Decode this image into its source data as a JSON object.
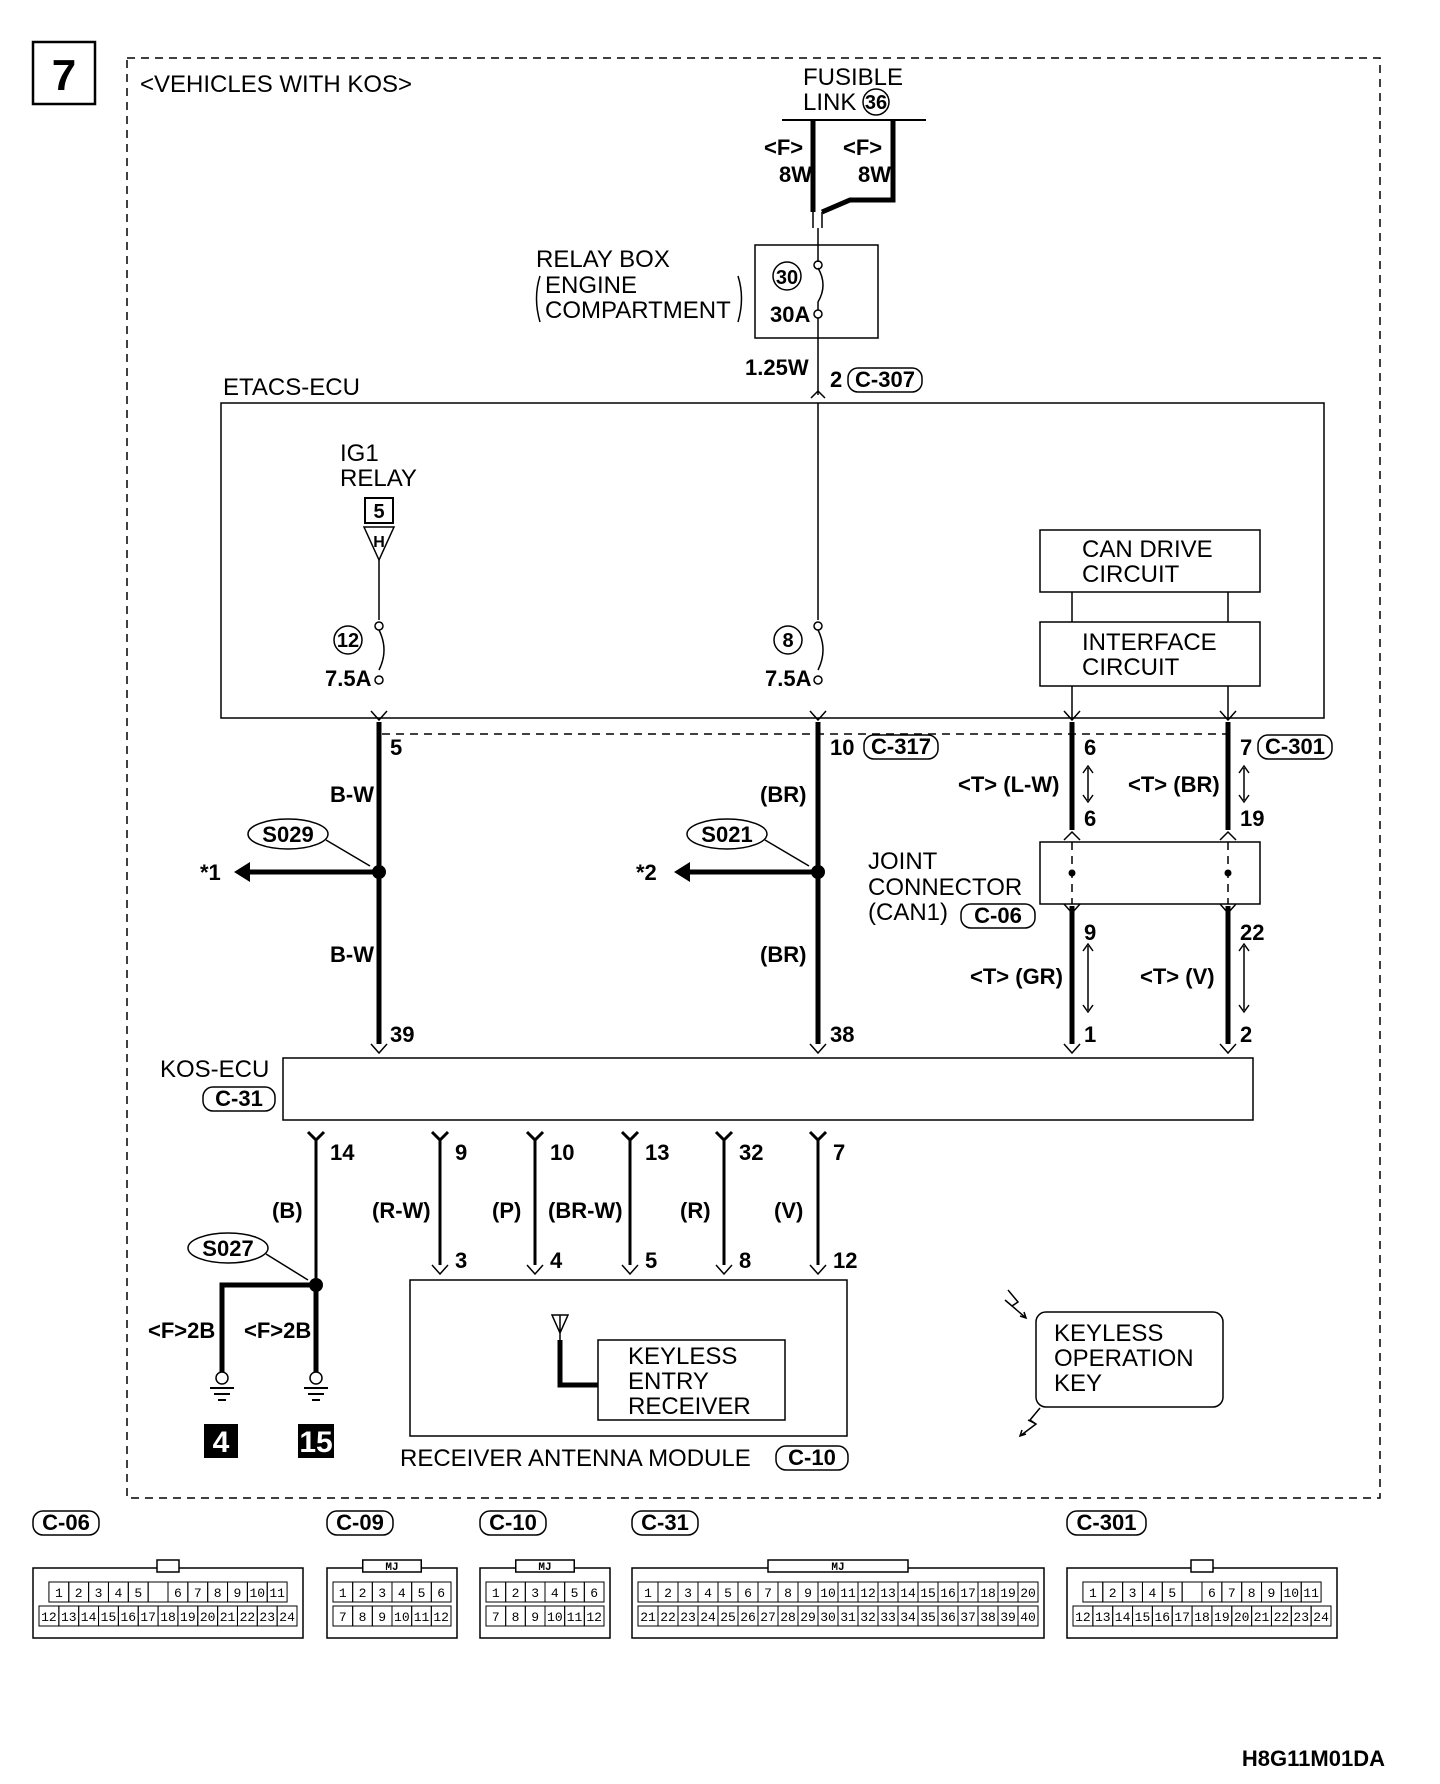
{
  "page_number": "7",
  "variant_label": "<VEHICLES WITH KOS>",
  "fusible_link": {
    "line1": "FUSIBLE",
    "line2": "LINK",
    "number": "36"
  },
  "fuse_wires": {
    "left_tag": "<F>",
    "left_wire": "8W",
    "right_tag": "<F>",
    "right_wire": "8W"
  },
  "relay_box": {
    "line1": "RELAY BOX",
    "line2": "ENGINE",
    "line3": "COMPARTMENT",
    "fuse_no": "30",
    "fuse_rating": "30A"
  },
  "wire_125w": "1.25W",
  "etacs": {
    "title": "ETACS-ECU",
    "pin_in": "2",
    "conn_in": "C-307",
    "ig1_line1": "IG1",
    "ig1_line2": "RELAY",
    "ig1_ref": "5",
    "ig1_letter": "H",
    "fuse_left_no": "12",
    "fuse_left_rating": "7.5A",
    "fuse_mid_no": "8",
    "fuse_mid_rating": "7.5A",
    "can_drive_line1": "CAN DRIVE",
    "can_drive_line2": "CIRCUIT",
    "interface_line1": "INTERFACE",
    "interface_line2": "CIRCUIT",
    "pin_5": "5",
    "pin_10": "10",
    "conn_10": "C-317",
    "pin_6": "6",
    "pin_7": "7",
    "conn_7": "C-301"
  },
  "wires": {
    "bw_top": "B-W",
    "bw_bottom": "B-W",
    "br_top": "(BR)",
    "br_bottom": "(BR)",
    "tlw": "<T> (L-W)",
    "tbr": "<T> (BR)",
    "tgr": "<T> (GR)",
    "tv": "<T> (V)"
  },
  "splices": {
    "s029": "S029",
    "s021": "S021",
    "s027": "S027",
    "ref1": "*1",
    "ref2": "*2"
  },
  "joint": {
    "line1": "JOINT",
    "line2": "CONNECTOR",
    "line3": "(CAN1)",
    "conn": "C-06",
    "pin_6": "6",
    "pin_19": "19",
    "pin_9": "9",
    "pin_22": "22"
  },
  "kos": {
    "title": "KOS-ECU",
    "conn": "C-31",
    "pin_39": "39",
    "pin_38": "38",
    "pin_1": "1",
    "pin_2": "2",
    "pins_out": [
      "14",
      "9",
      "10",
      "13",
      "32",
      "7"
    ]
  },
  "lower_wires": [
    "(B)",
    "(R-W)",
    "(P)",
    "(BR-W)",
    "(R)",
    "(V)"
  ],
  "receiver_pins": [
    "3",
    "4",
    "5",
    "8",
    "12"
  ],
  "grounds": {
    "left_tag": "<F>2B",
    "right_tag": "<F>2B",
    "left_no": "4",
    "right_no": "15"
  },
  "receiver": {
    "line1": "KEYLESS",
    "line2": "ENTRY",
    "line3": "RECEIVER",
    "module": "RECEIVER ANTENNA MODULE",
    "conn": "C-10"
  },
  "key": {
    "line1": "KEYLESS",
    "line2": "OPERATION",
    "line3": "KEY"
  },
  "connectors": [
    {
      "id": "C-06",
      "tag": "",
      "rows": [
        [
          "1",
          "2",
          "3",
          "4",
          "5",
          "",
          "6",
          "7",
          "8",
          "9",
          "10",
          "11"
        ],
        [
          "12",
          "13",
          "14",
          "15",
          "16",
          "17",
          "18",
          "19",
          "20",
          "21",
          "22",
          "23",
          "24"
        ]
      ]
    },
    {
      "id": "C-09",
      "tag": "MJ",
      "rows": [
        [
          "1",
          "2",
          "3",
          "4",
          "5",
          "6"
        ],
        [
          "7",
          "8",
          "9",
          "10",
          "11",
          "12"
        ]
      ]
    },
    {
      "id": "C-10",
      "tag": "MJ",
      "rows": [
        [
          "1",
          "2",
          "3",
          "4",
          "5",
          "6"
        ],
        [
          "7",
          "8",
          "9",
          "10",
          "11",
          "12"
        ]
      ]
    },
    {
      "id": "C-31",
      "tag": "MJ",
      "rows": [
        [
          "1",
          "2",
          "3",
          "4",
          "5",
          "6",
          "7",
          "8",
          "9",
          "10",
          "11",
          "12",
          "13",
          "14",
          "15",
          "16",
          "17",
          "18",
          "19",
          "20"
        ],
        [
          "21",
          "22",
          "23",
          "24",
          "25",
          "26",
          "27",
          "28",
          "29",
          "30",
          "31",
          "32",
          "33",
          "34",
          "35",
          "36",
          "37",
          "38",
          "39",
          "40"
        ]
      ]
    },
    {
      "id": "C-301",
      "tag": "",
      "rows": [
        [
          "1",
          "2",
          "3",
          "4",
          "5",
          "",
          "6",
          "7",
          "8",
          "9",
          "10",
          "11"
        ],
        [
          "12",
          "13",
          "14",
          "15",
          "16",
          "17",
          "18",
          "19",
          "20",
          "21",
          "22",
          "23",
          "24"
        ]
      ]
    }
  ],
  "figure_code": "H8G11M01DA"
}
